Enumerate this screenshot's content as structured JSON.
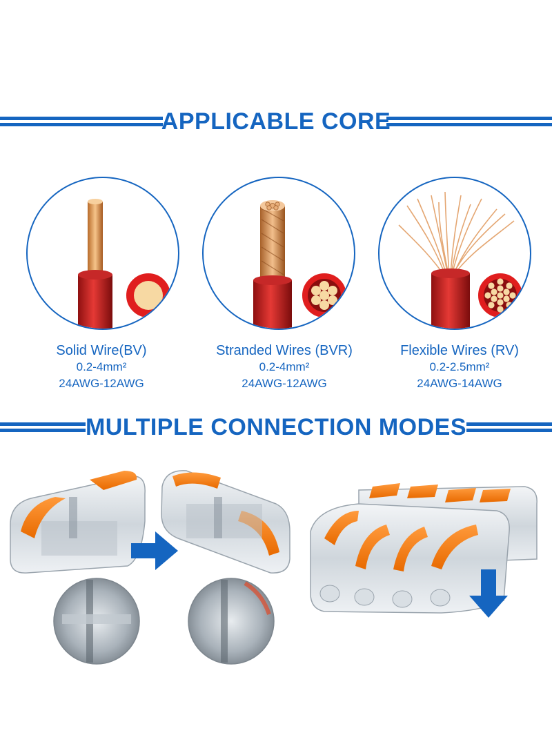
{
  "headers": {
    "applicable_core": "APPLICABLE CORE",
    "connection_modes": "MULTIPLE CONNECTION MODES"
  },
  "cores": [
    {
      "name": "Solid Wire(BV)",
      "area": "0.2-4mm²",
      "awg": "24AWG-12AWG"
    },
    {
      "name": "Stranded Wires (BVR)",
      "area": "0.2-4mm²",
      "awg": "24AWG-12AWG"
    },
    {
      "name": "Flexible Wires (RV)",
      "area": "0.2-2.5mm²",
      "awg": "24AWG-14AWG"
    }
  ],
  "colors": {
    "accent": "#1565c0",
    "wire_red": "#d32f2f",
    "copper": "#e9a66b",
    "lever_orange": "#f57c00"
  },
  "icons": [
    "arrow-right-icon",
    "arrow-down-icon"
  ]
}
